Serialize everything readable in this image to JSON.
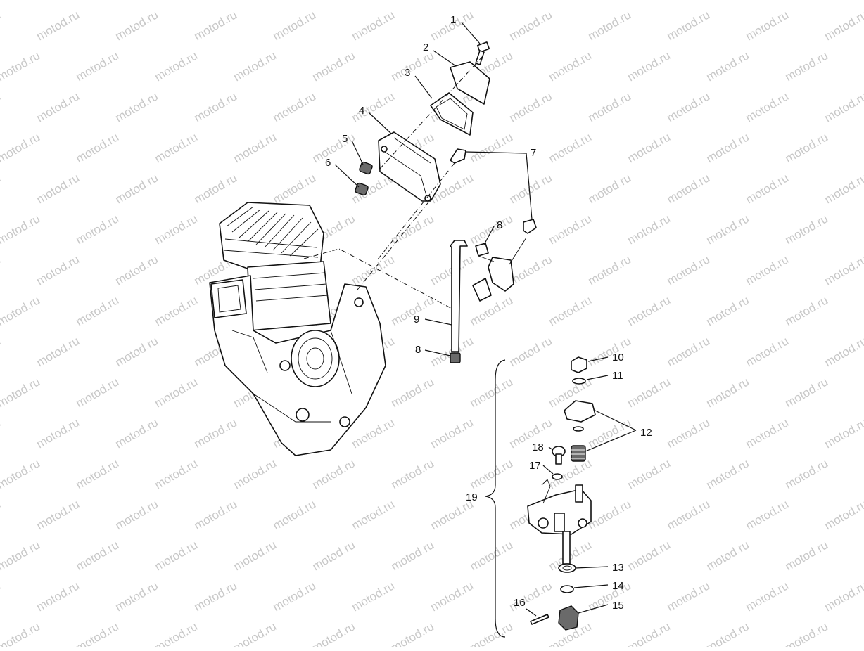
{
  "watermark": {
    "text": "motod.ru"
  },
  "callouts": {
    "c1": "1",
    "c2": "2",
    "c3": "3",
    "c4": "4",
    "c5": "5",
    "c6": "6",
    "c7": "7",
    "c8a": "8",
    "c8b": "8",
    "c9": "9",
    "c10": "10",
    "c11": "11",
    "c12": "12",
    "c13": "13",
    "c14": "14",
    "c15": "15",
    "c16": "16",
    "c17": "17",
    "c18": "18",
    "c19": "19"
  },
  "icons": {
    "engine": "engine-block-icon",
    "cover": "oil-pump-cover-icon",
    "pump": "oil-pump-assembly-icon"
  }
}
